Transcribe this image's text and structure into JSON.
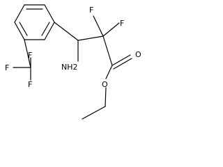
{
  "molecule": {
    "labels": {
      "f_alpha_upper": "F",
      "f_alpha_right": "F",
      "f_cf3_top": "F",
      "f_cf3_left": "F",
      "f_cf3_bottom": "F",
      "amine": "NH2",
      "carbonyl_o": "O",
      "ester_o": "O"
    },
    "colors": {
      "bond": "#000000",
      "text": "#000000",
      "background": "#ffffff"
    }
  }
}
